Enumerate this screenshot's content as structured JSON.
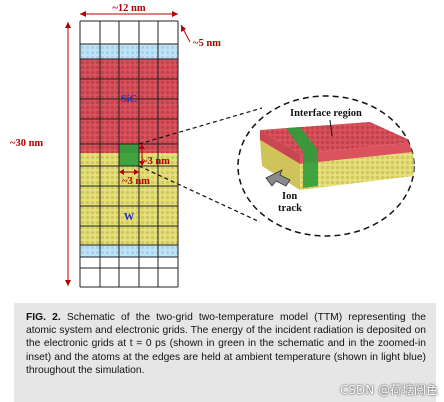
{
  "diagram": {
    "width_label": "~12 nm",
    "top_layer_label": "~5 nm",
    "height_label": "~30 nm",
    "sic_label": "SiC",
    "w_label": "W",
    "cell_dim_label_1": "~3 nm",
    "cell_dim_label_2": "~3 nm",
    "interface_label": "Interface region",
    "ion_track_label_1": "Ion",
    "ion_track_label_2": "track"
  },
  "colors": {
    "sic_red": "#d9525c",
    "w_yellow": "#e6e07e",
    "edge_blue": "#bfe4f5",
    "track_green": "#2e9e3a",
    "grid_line": "#222222"
  },
  "caption": {
    "fig_label": "FIG. 2.",
    "text": "Schematic of the two-grid two-temperature model (TTM) representing the atomic system and electronic grids. The energy of the incident radiation is deposited on the electronic grids at t = 0 ps (shown in green in the schematic and in the zoomed-in inset) and the atoms at the edges are held at ambient temperature (shown in light blue) throughout the simulation."
  },
  "watermark": "CSDN @荷塘阅色"
}
